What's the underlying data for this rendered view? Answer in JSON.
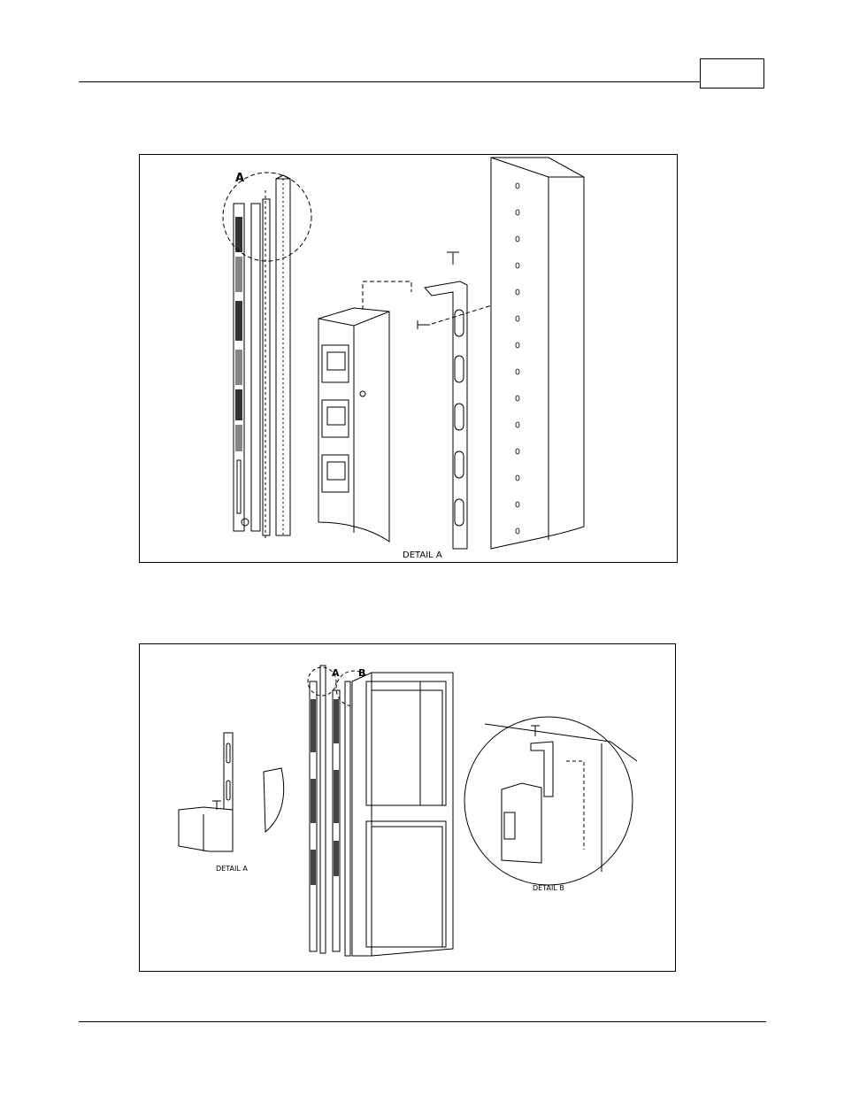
{
  "header": {
    "page_number": ""
  },
  "figure1": {
    "callout_label": "A",
    "detail_caption": "DETAIL A"
  },
  "figure2": {
    "callout_a": "A",
    "callout_b": "B",
    "detail_a_caption": "DETAIL A",
    "detail_b_caption": "DETAIL B"
  }
}
